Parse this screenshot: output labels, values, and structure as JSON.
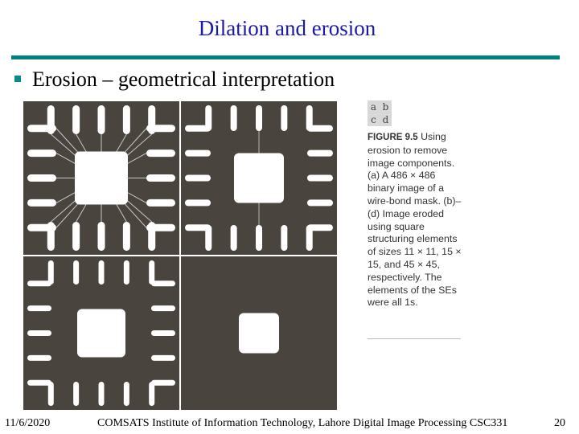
{
  "slide": {
    "title": "Dilation and erosion",
    "bullet": "Erosion – geometrical interpretation"
  },
  "figure": {
    "panel_labels": [
      "a",
      "b",
      "c",
      "d"
    ],
    "caption_label": "FIGURE 9.5",
    "caption_text": "Using erosion to remove image components. (a) A 486 × 486 binary image of a wire-bond mask. (b)–(d) Image eroded using square structuring elements of sizes 11 × 11, 15 × 15, and 45 × 45, respectively. The elements of the SEs were all 1s."
  },
  "footer": {
    "date": "11/6/2020",
    "center": "COMSATS Institute of Information Technology, Lahore   Digital Image Processing CSC331",
    "page": "20"
  },
  "colors": {
    "title": "#1a1aa6",
    "rule": "#008080",
    "figure_bg": "#4a443e",
    "figure_fg": "#ffffff"
  }
}
